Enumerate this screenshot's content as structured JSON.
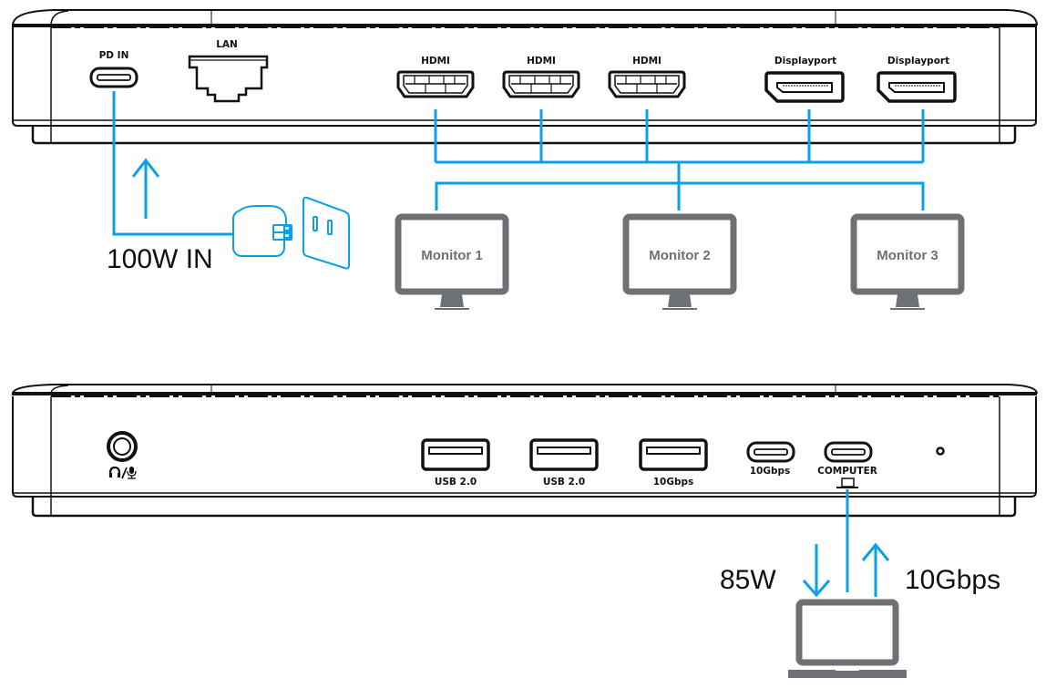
{
  "colors": {
    "connector": "#0aa0e6",
    "device_outline": "#111111",
    "monitor_gray": "#6d7075",
    "text": "#111111"
  },
  "rear_panel": {
    "ports": [
      {
        "id": "pd-in",
        "label": "PD IN",
        "type": "usb-c"
      },
      {
        "id": "lan",
        "label": "LAN",
        "type": "rj45"
      },
      {
        "id": "hdmi-1",
        "label": "HDMI",
        "type": "hdmi"
      },
      {
        "id": "hdmi-2",
        "label": "HDMI",
        "type": "hdmi"
      },
      {
        "id": "hdmi-3",
        "label": "HDMI",
        "type": "hdmi"
      },
      {
        "id": "dp-1",
        "label": "Displayport",
        "type": "displayport"
      },
      {
        "id": "dp-2",
        "label": "Displayport",
        "type": "displayport"
      }
    ],
    "power_input_label": "100W IN",
    "monitors": [
      {
        "label": "Monitor 1"
      },
      {
        "label": "Monitor 2"
      },
      {
        "label": "Monitor 3"
      }
    ]
  },
  "front_panel": {
    "ports": [
      {
        "id": "audio",
        "label": "🎧/🎤",
        "type": "audio-jack"
      },
      {
        "id": "usb-a-1",
        "label": "USB 2.0",
        "type": "usb-a"
      },
      {
        "id": "usb-a-2",
        "label": "USB 2.0",
        "type": "usb-a"
      },
      {
        "id": "usb-a-3",
        "label": "10Gbps",
        "type": "usb-a"
      },
      {
        "id": "usb-c-1",
        "label": "10Gbps",
        "type": "usb-c"
      },
      {
        "id": "usb-c-computer",
        "label": "COMPUTER",
        "type": "usb-c"
      }
    ],
    "computer_power_label": "85W",
    "computer_data_label": "10Gbps"
  }
}
